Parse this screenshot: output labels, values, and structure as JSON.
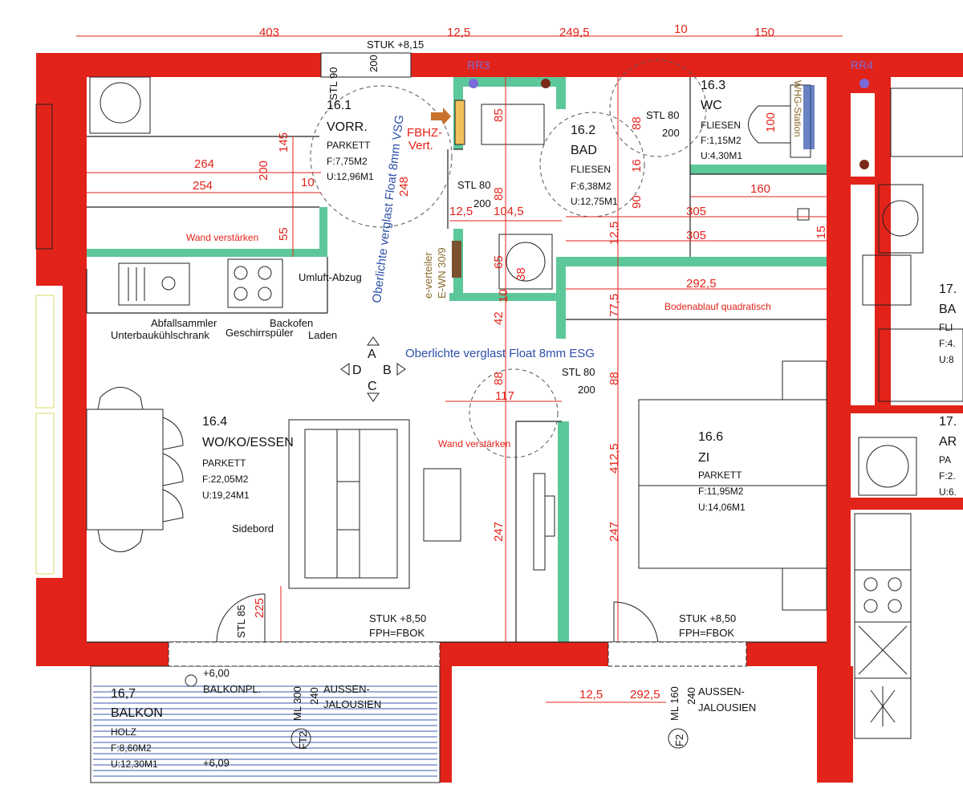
{
  "dimensions_top": {
    "d403": "403",
    "d125a": "12,5",
    "d2495": "249,5",
    "d10": "10",
    "d150": "150"
  },
  "dimensions_left": {
    "d264": "264",
    "d254": "254",
    "d200": "200",
    "d145": "145",
    "d55": "55",
    "d10b": "10"
  },
  "dimensions_mid": {
    "d248": "248",
    "d125b": "12,5",
    "d1045": "104,5",
    "d85": "85",
    "d88a": "88",
    "d88b": "88",
    "d90": "90",
    "d16": "16",
    "d65": "65",
    "d38": "38",
    "d125c": "12,5",
    "d305a": "305",
    "d305b": "305",
    "d160": "160",
    "d100": "100",
    "d15": "15",
    "d2925": "292,5",
    "d775": "77,5",
    "d42": "42",
    "d10c": "10",
    "d88c": "88",
    "d88d": "88",
    "d117": "117",
    "d4125": "412,5",
    "d247a": "247",
    "d247b": "247",
    "d225": "225"
  },
  "dimensions_bottom": {
    "d125d": "12,5",
    "d2925b": "292,5"
  },
  "rooms": {
    "vorr": {
      "num": "16.1",
      "name": "VORR.",
      "floor": "PARKETT",
      "area": "F:7,75M2",
      "perim": "U:12,96M1"
    },
    "bad": {
      "num": "16.2",
      "name": "BAD",
      "floor": "FLIESEN",
      "area": "F:6,38M2",
      "perim": "U:12,75M1"
    },
    "wc": {
      "num": "16.3",
      "name": "WC",
      "floor": "FLIESEN",
      "area": "F:1,15M2",
      "perim": "U:4,30M1"
    },
    "wohn": {
      "num": "16.4",
      "name": "WO/KO/ESSEN",
      "floor": "PARKETT",
      "area": "F:22,05M2",
      "perim": "U:19,24M1"
    },
    "zi": {
      "num": "16.6",
      "name": "ZI",
      "floor": "PARKETT",
      "area": "F:11,95M2",
      "perim": "U:14,06M1"
    },
    "balkon": {
      "num": "16,7",
      "name": "BALKON",
      "floor": "HOLZ",
      "area": "F:8,60M2",
      "perim": "U:12,30M1"
    }
  },
  "neighbors": {
    "r1": "17.",
    "r1b": "BA",
    "r1c": "FLI",
    "r1d": "F:4.",
    "r1e": "U:8",
    "r2": "17.",
    "r2b": "AR",
    "r2c": "PA",
    "r2d": "F:2.",
    "r2e": "U:6."
  },
  "labels": {
    "stuk815": "STUK +8,15",
    "stl90": "STL 90",
    "d200v": "200",
    "fbhz1": "FBHZ-",
    "fbhz2": "Vert.",
    "rr3": "RR3",
    "rr4": "RR4",
    "oberlichte_vsg": "Oberlichte verglast Float 8mm VSG",
    "oberlichte_esg": "Oberlichte verglast Float 8mm ESG",
    "stl80_1": "STL 80",
    "d200_1": "200",
    "stl80_2": "STL 80",
    "d200_2": "200",
    "stl80_3": "STL 80",
    "d200_3": "200",
    "evert1": "e-verteiler",
    "evert2": "E-WN 30/9",
    "whg_station": "WHG-Station",
    "wand1": "Wand verstärken",
    "wand2": "Wand verstärken",
    "umluft": "Umluft-Abzug",
    "abfall": "Abfallsammler",
    "backofen": "Backofen",
    "unterbau": "Unterbaukühlschrank",
    "geschirr": "Geschirrspüler",
    "laden": "Laden",
    "bodenablauf": "Bodenablauf quadratisch",
    "sidebord": "Sidebord",
    "nav_a": "A",
    "nav_b": "B",
    "nav_c": "C",
    "nav_d": "D",
    "stl85": "STL 85",
    "stuk850a": "STUK +8,50",
    "fph1": "FPH=FBOK",
    "stuk850b": "STUK +8,50",
    "fph2": "FPH=FBOK",
    "plus600": "+6,00",
    "balkonpl": "BALKONPL.",
    "ml300": "ML 300",
    "aussen1a": "AUSSEN-",
    "aussen1b": "JALOUSIEN",
    "ml160": "ML 160",
    "d240a": "240",
    "d240b": "240",
    "aussen2a": "AUSSEN-",
    "aussen2b": "JALOUSIEN",
    "ft2": "FT2",
    "f2": "F2",
    "plus609": "+6,09"
  }
}
